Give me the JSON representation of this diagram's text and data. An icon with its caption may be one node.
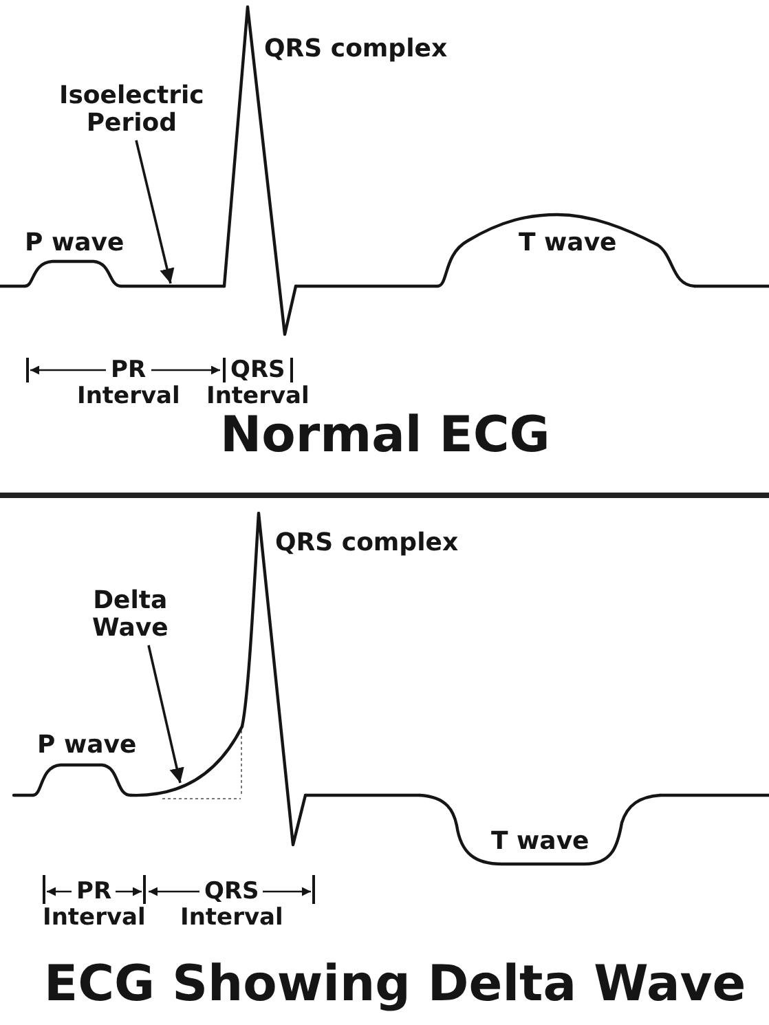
{
  "diagram": {
    "nodes": [
      {
        "text": [
          "Isoelectric Period"
        ]
      },
      {
        "text": [],
        "shape": "line"
      },
      {
        "text": [
          "Delta Wave"
        ]
      },
      {
        "text": [],
        "shape": "curve"
      }
    ],
    "edges": [
      {
        "from": 0,
        "to": 1,
        "arrow": "to"
      },
      {
        "from": 2,
        "to": 3,
        "arrow": "to"
      }
    ],
    "labels": [
      "QRS complex",
      "P wave",
      "T wave",
      "PR",
      "QRS",
      "Interval",
      "Interval",
      "Normal ECG",
      "QRS complex",
      "P wave",
      "T wave",
      "PR",
      "QRS",
      "Interval",
      "Interval",
      "ECG Showing Delta Wave"
    ]
  }
}
